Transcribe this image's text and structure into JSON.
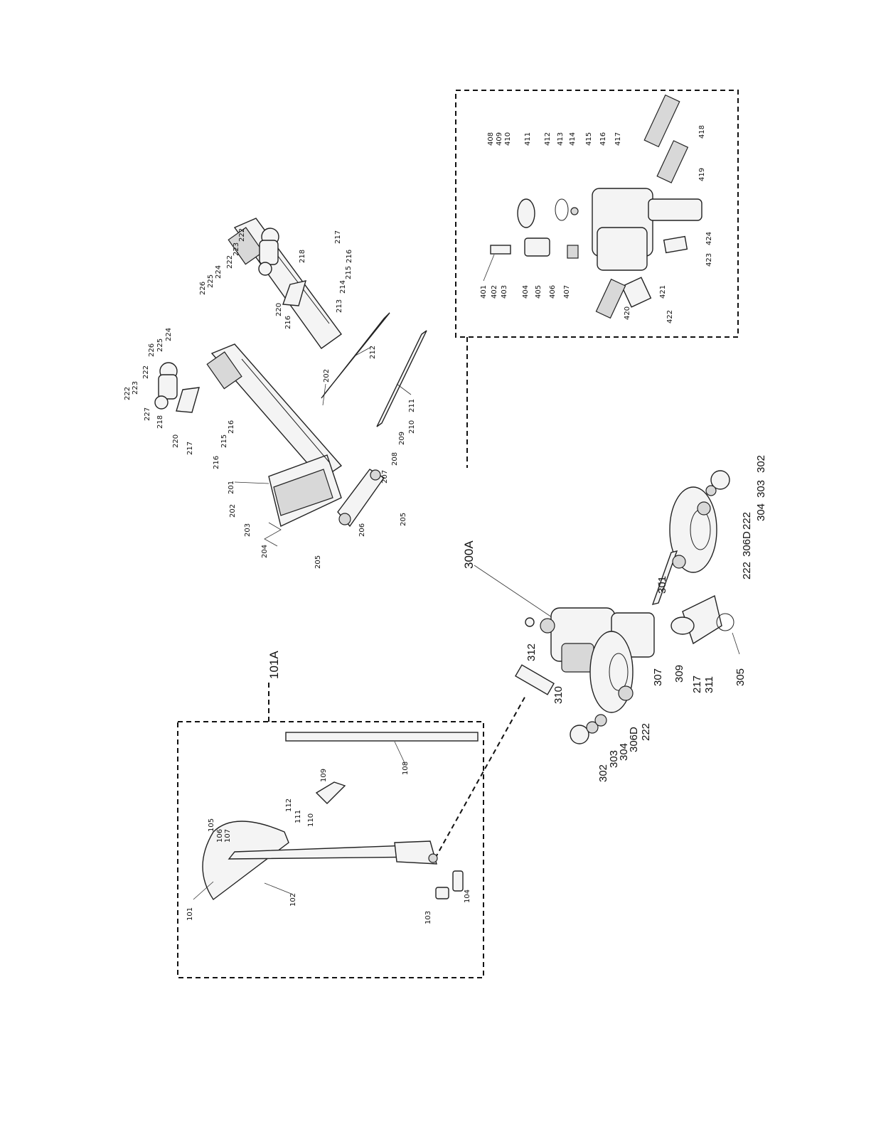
{
  "subassemblies": {
    "handle_group": "101A",
    "pump_group": "300A"
  },
  "handle_parts": [
    "101",
    "102",
    "103",
    "104",
    "105",
    "106",
    "107",
    "108",
    "109",
    "110",
    "111",
    "112"
  ],
  "frame_parts": [
    "201",
    "202",
    "203",
    "204",
    "205",
    "206",
    "207",
    "208",
    "209",
    "210",
    "211",
    "212",
    "213",
    "214",
    "215",
    "216",
    "217",
    "218",
    "220",
    "222",
    "223",
    "224",
    "225",
    "226",
    "227"
  ],
  "pump_parts": [
    "301",
    "302",
    "303",
    "304",
    "305",
    "306D",
    "307",
    "309",
    "310",
    "311",
    "312"
  ],
  "pump_detail_parts": [
    "401",
    "402",
    "403",
    "404",
    "405",
    "406",
    "407",
    "408",
    "409",
    "410",
    "411",
    "412",
    "413",
    "414",
    "415",
    "416",
    "417",
    "418",
    "419",
    "420",
    "421",
    "422",
    "423",
    "424"
  ]
}
